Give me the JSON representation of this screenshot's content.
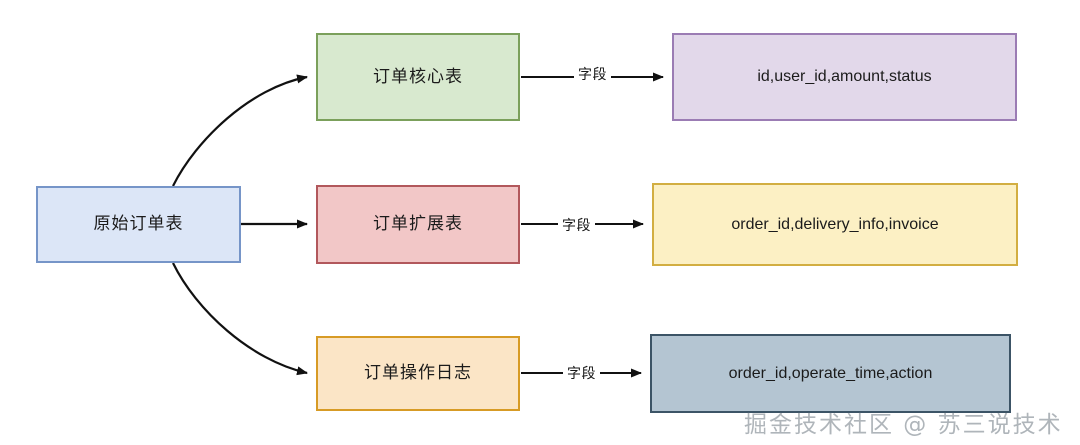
{
  "diagram": {
    "type": "flow-diagram",
    "title_text": "",
    "nodes": [
      {
        "id": "source",
        "label": "原始订单表",
        "fill": "#dce6f7",
        "stroke": "#7695c8"
      },
      {
        "id": "core",
        "label": "订单核心表",
        "fill": "#d8e9cf",
        "stroke": "#7ba05b"
      },
      {
        "id": "ext",
        "label": "订单扩展表",
        "fill": "#f2c7c7",
        "stroke": "#b2585c"
      },
      {
        "id": "log",
        "label": "订单操作日志",
        "fill": "#fbe5c6",
        "stroke": "#d79b25"
      },
      {
        "id": "core_fields",
        "label": "id,user_id,amount,status",
        "fill": "#e2d8ea",
        "stroke": "#9b7cb4"
      },
      {
        "id": "ext_fields",
        "label": "order_id,delivery_info,invoice",
        "fill": "#fcf0c4",
        "stroke": "#d2ae42"
      },
      {
        "id": "log_fields",
        "label": "order_id,operate_time,action",
        "fill": "#b4c5d2",
        "stroke": "#3c5466"
      }
    ],
    "edges": [
      {
        "from": "source",
        "to": "core",
        "label": ""
      },
      {
        "from": "source",
        "to": "ext",
        "label": ""
      },
      {
        "from": "source",
        "to": "log",
        "label": ""
      },
      {
        "from": "core",
        "to": "core_fields",
        "label": "字段"
      },
      {
        "from": "ext",
        "to": "ext_fields",
        "label": "字段"
      },
      {
        "from": "log",
        "to": "log_fields",
        "label": "字段"
      }
    ]
  },
  "watermark": {
    "text": "掘金技术社区 @ 苏三说技术"
  }
}
